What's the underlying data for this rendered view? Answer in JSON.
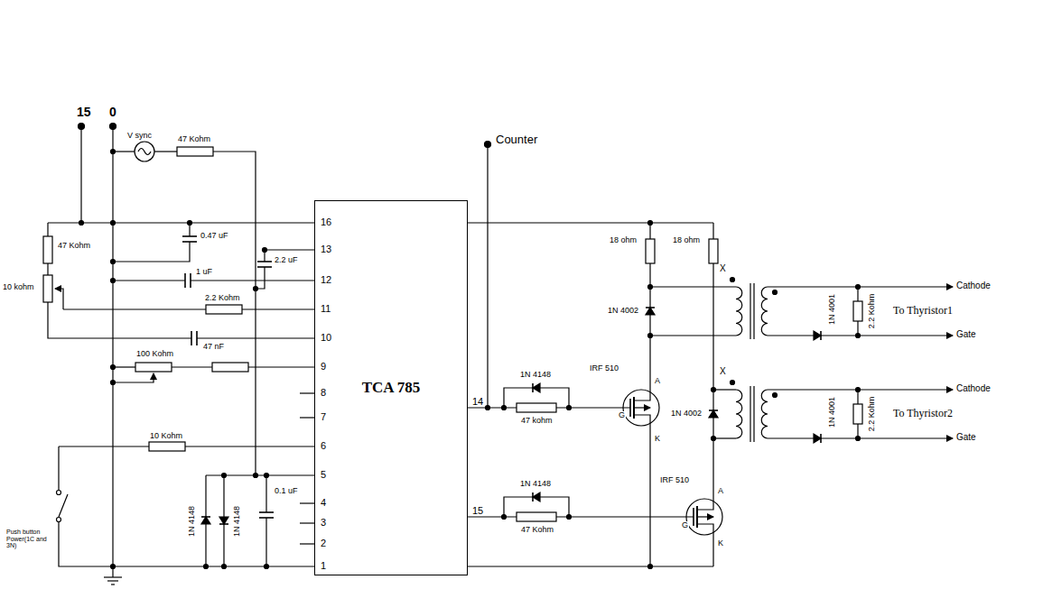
{
  "diagram": {
    "nodes": [
      {
        "text": [
          "TCA 785"
        ]
      }
    ],
    "labels": [
      "15",
      "0",
      "V sync",
      "47 Kohm",
      "47 Kohm",
      "0.47 uF",
      "2.2 uF",
      "1 uF",
      "10 kohm",
      "2.2 Kohm",
      "47 nF",
      "100 Kohm",
      "10 Kohm",
      "Push button Power(1C and 3N)",
      "1N 4148",
      "1N 4148",
      "0.1 uF",
      "16",
      "13",
      "12",
      "11",
      "10",
      "9",
      "8",
      "7",
      "6",
      "5",
      "4",
      "3",
      "2",
      "1",
      "14",
      "15",
      "Counter",
      "1N 4148",
      "47 kohm",
      "1N 4148",
      "47 Kohm",
      "18 ohm",
      "18 ohm",
      "1N 4002",
      "1N 4002",
      "IRF 510",
      "A",
      "G",
      "K",
      "IRF 510",
      "A",
      "G",
      "K",
      "X",
      "X",
      "1N 4001",
      "2.2 Kohm",
      "Cathode",
      "Gate",
      "To Thyristor1",
      "1N 4001",
      "2.2 Kohm",
      "Cathode",
      "Gate",
      "To Thyristor2"
    ]
  }
}
